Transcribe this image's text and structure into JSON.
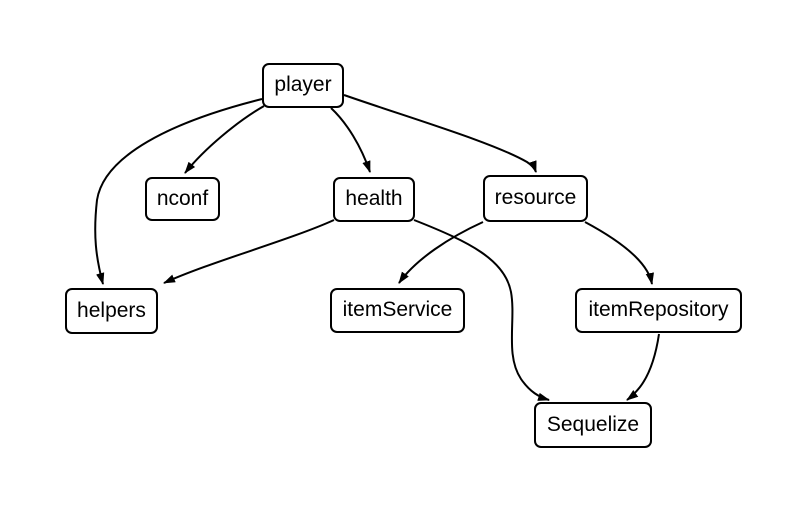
{
  "diagram": {
    "type": "dependency-graph",
    "colors": {
      "background": "#ffffff",
      "node_fill": "#ffffff",
      "node_border": "#000000",
      "edge_stroke": "#000000",
      "text": "#000000"
    },
    "nodes": [
      {
        "id": "player",
        "label": "player"
      },
      {
        "id": "nconf",
        "label": "nconf"
      },
      {
        "id": "health",
        "label": "health"
      },
      {
        "id": "resource",
        "label": "resource"
      },
      {
        "id": "helpers",
        "label": "helpers"
      },
      {
        "id": "itemService",
        "label": "itemService"
      },
      {
        "id": "itemRepository",
        "label": "itemRepository"
      },
      {
        "id": "Sequelize",
        "label": "Sequelize"
      }
    ],
    "edges": [
      {
        "from": "player",
        "to": "nconf"
      },
      {
        "from": "player",
        "to": "health"
      },
      {
        "from": "player",
        "to": "resource"
      },
      {
        "from": "player",
        "to": "helpers"
      },
      {
        "from": "health",
        "to": "helpers"
      },
      {
        "from": "health",
        "to": "Sequelize"
      },
      {
        "from": "resource",
        "to": "itemService"
      },
      {
        "from": "resource",
        "to": "itemRepository"
      },
      {
        "from": "itemRepository",
        "to": "Sequelize"
      }
    ]
  }
}
